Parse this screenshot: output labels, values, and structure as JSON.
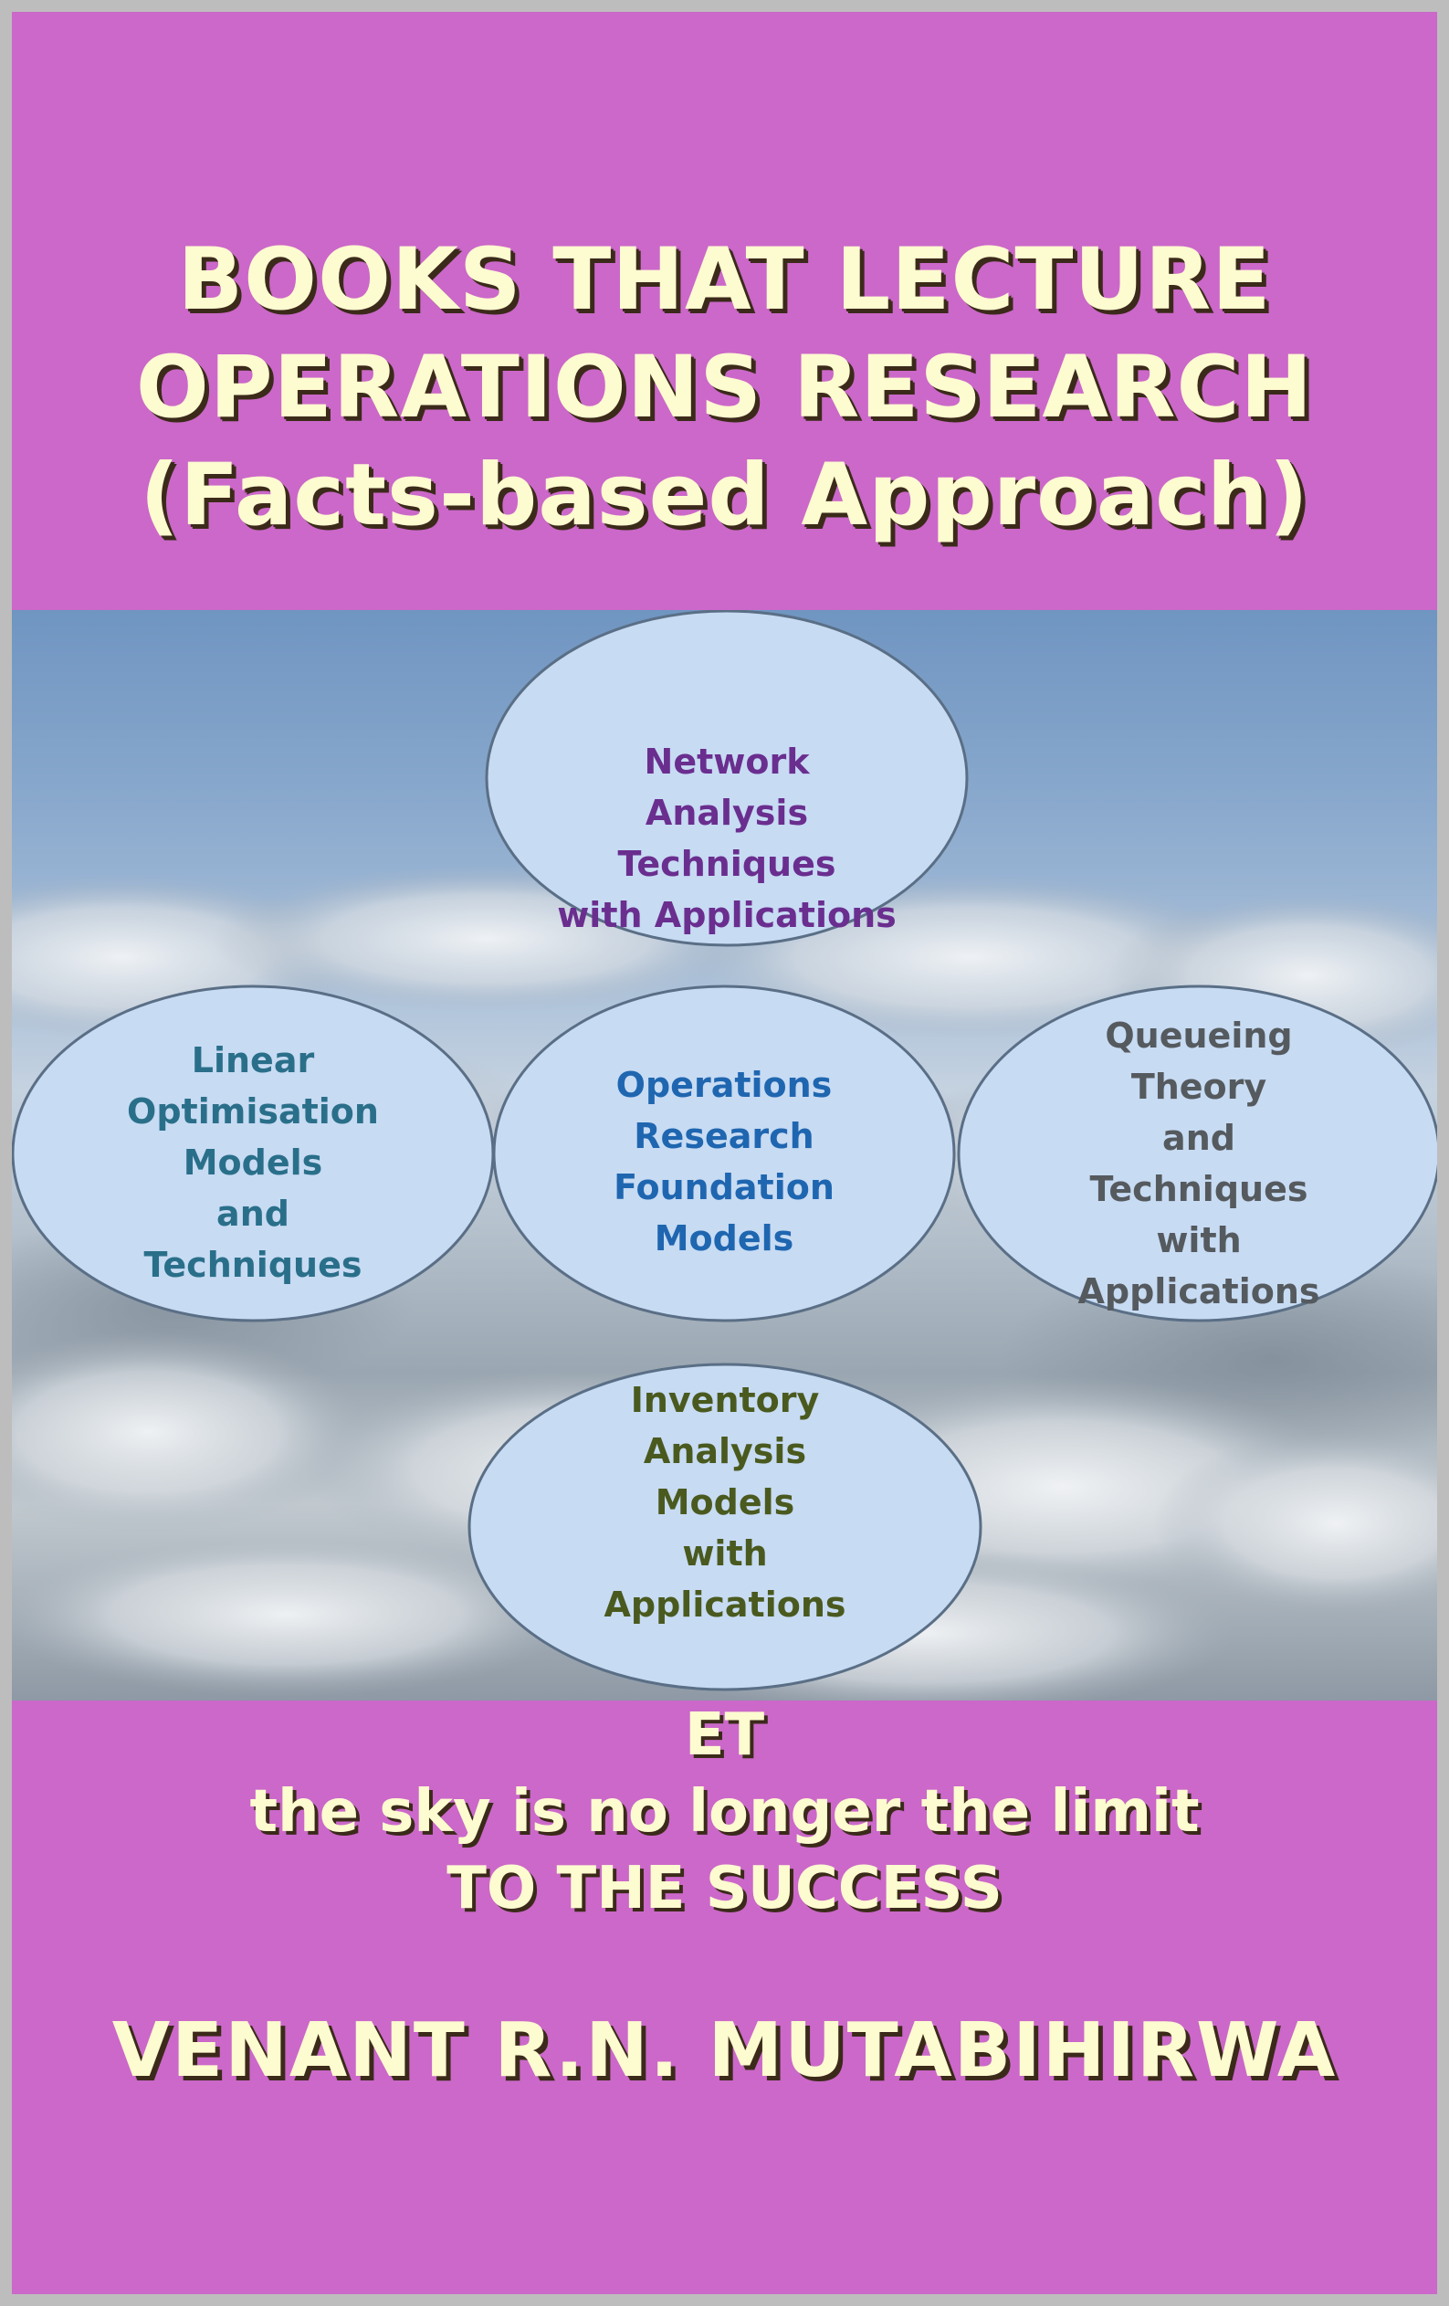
{
  "cover": {
    "title_lines": [
      "BOOKS THAT LECTURE",
      "OPERATIONS RESEARCH",
      "(Facts-based Approach)"
    ],
    "bubbles": {
      "top": "Network\nAnalysis\nTechniques\nwith Applications",
      "left": "Linear\nOptimisation\nModels\nand\nTechniques",
      "center": "Operations\nResearch\nFoundation\nModels",
      "right": "Queueing\nTheory\nand\nTechniques\nwith\nApplications",
      "bottom": "Inventory\nAnalysis\nModels\nwith\nApplications"
    },
    "tagline_lines": [
      "ET",
      "the sky is no longer the limit",
      "TO THE SUCCESS"
    ],
    "author": "VENANT R.N. MUTABIHIRWA"
  },
  "colors": {
    "background": "#cb68c9",
    "title_text": "#fdfbd0",
    "bubble_fill": "#c7dbf3",
    "bubble_stroke": "#5a6f86"
  }
}
